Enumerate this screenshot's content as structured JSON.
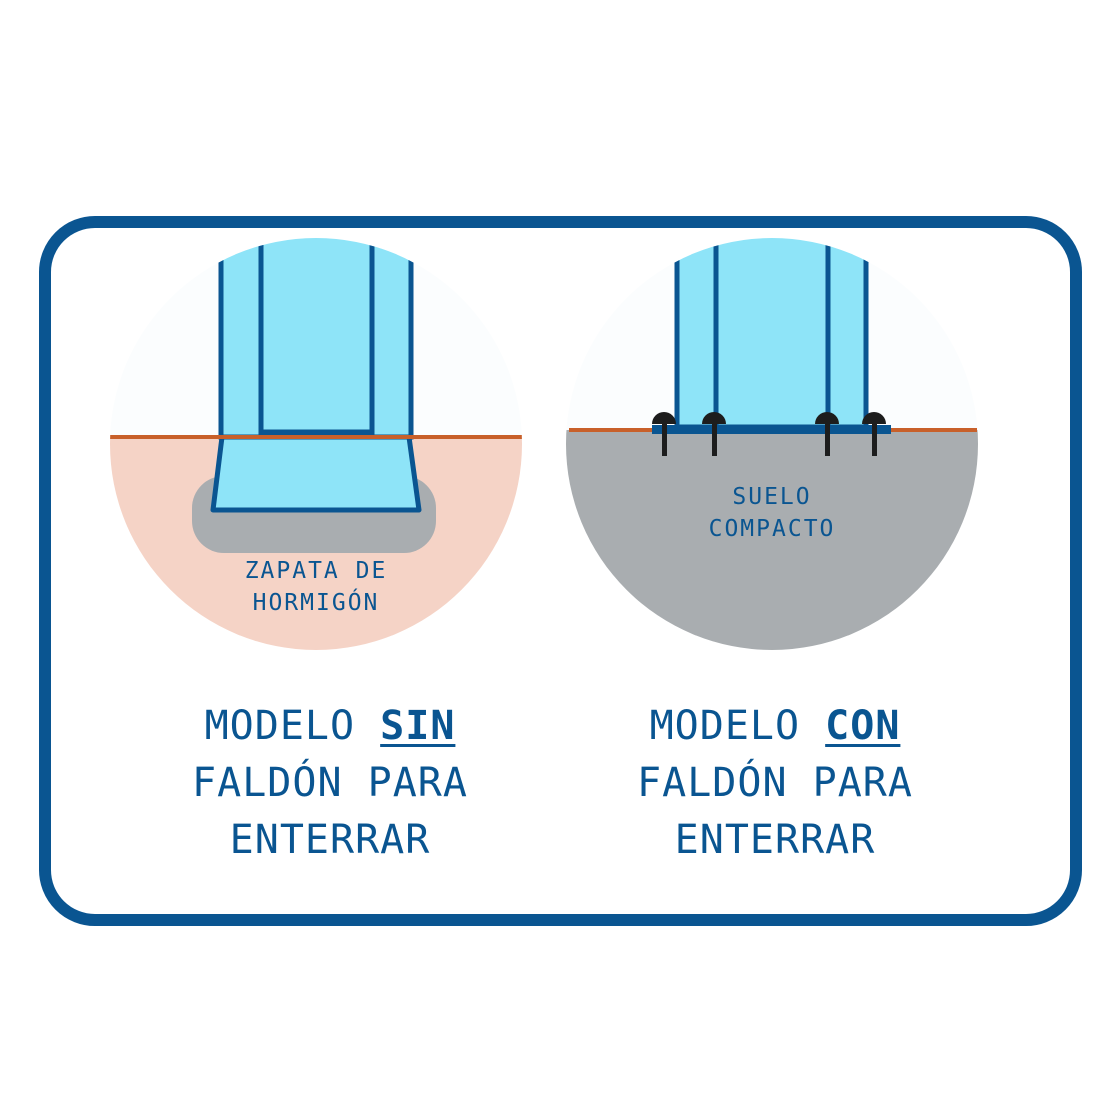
{
  "colors": {
    "frame": "#0a5591",
    "glass": "#8ee4f8",
    "glass_outline": "#0a5591",
    "ground_line": "#c8602a",
    "soil_left": "#f5d3c6",
    "concrete": "#a9adb0",
    "soil_right": "#a9adb0",
    "anchor": "#1d1d1d"
  },
  "left_panel": {
    "label_line1": "ZAPATA DE",
    "label_line2": "HORMIGÓN",
    "caption_line1_pre": "MODELO ",
    "caption_line1_emph": "SIN",
    "caption_line2": "FALDÓN PARA",
    "caption_line3": "ENTERRAR"
  },
  "right_panel": {
    "label_line1": "SUELO",
    "label_line2": "COMPACTO",
    "caption_line1_pre": "MODELO ",
    "caption_line1_emph": "CON",
    "caption_line2": "FALDÓN PARA",
    "caption_line3": "ENTERRAR"
  },
  "icons": [
    "anchor-bolt-icon"
  ]
}
